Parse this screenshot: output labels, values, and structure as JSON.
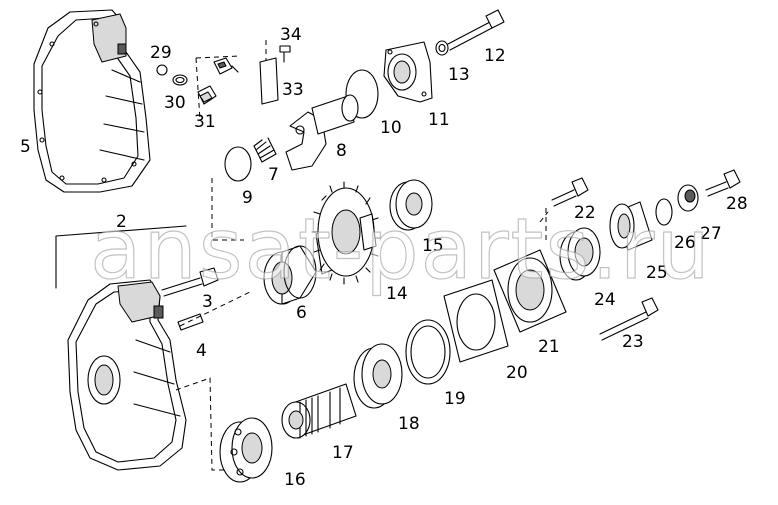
{
  "watermark": "ansat-parts.ru",
  "callouts": {
    "p2": "2",
    "p3": "3",
    "p4": "4",
    "p5": "5",
    "p6": "6",
    "p7": "7",
    "p8": "8",
    "p9": "9",
    "p10": "10",
    "p11": "11",
    "p12": "12",
    "p13": "13",
    "p14": "14",
    "p15": "15",
    "p16": "16",
    "p17": "17",
    "p18": "18",
    "p19": "19",
    "p20": "20",
    "p21": "21",
    "p22": "22",
    "p23": "23",
    "p24": "24",
    "p25": "25",
    "p26": "26",
    "p27": "27",
    "p28": "28",
    "p29": "29",
    "p30": "30",
    "p31": "31",
    "p33": "33",
    "p34": "34"
  }
}
